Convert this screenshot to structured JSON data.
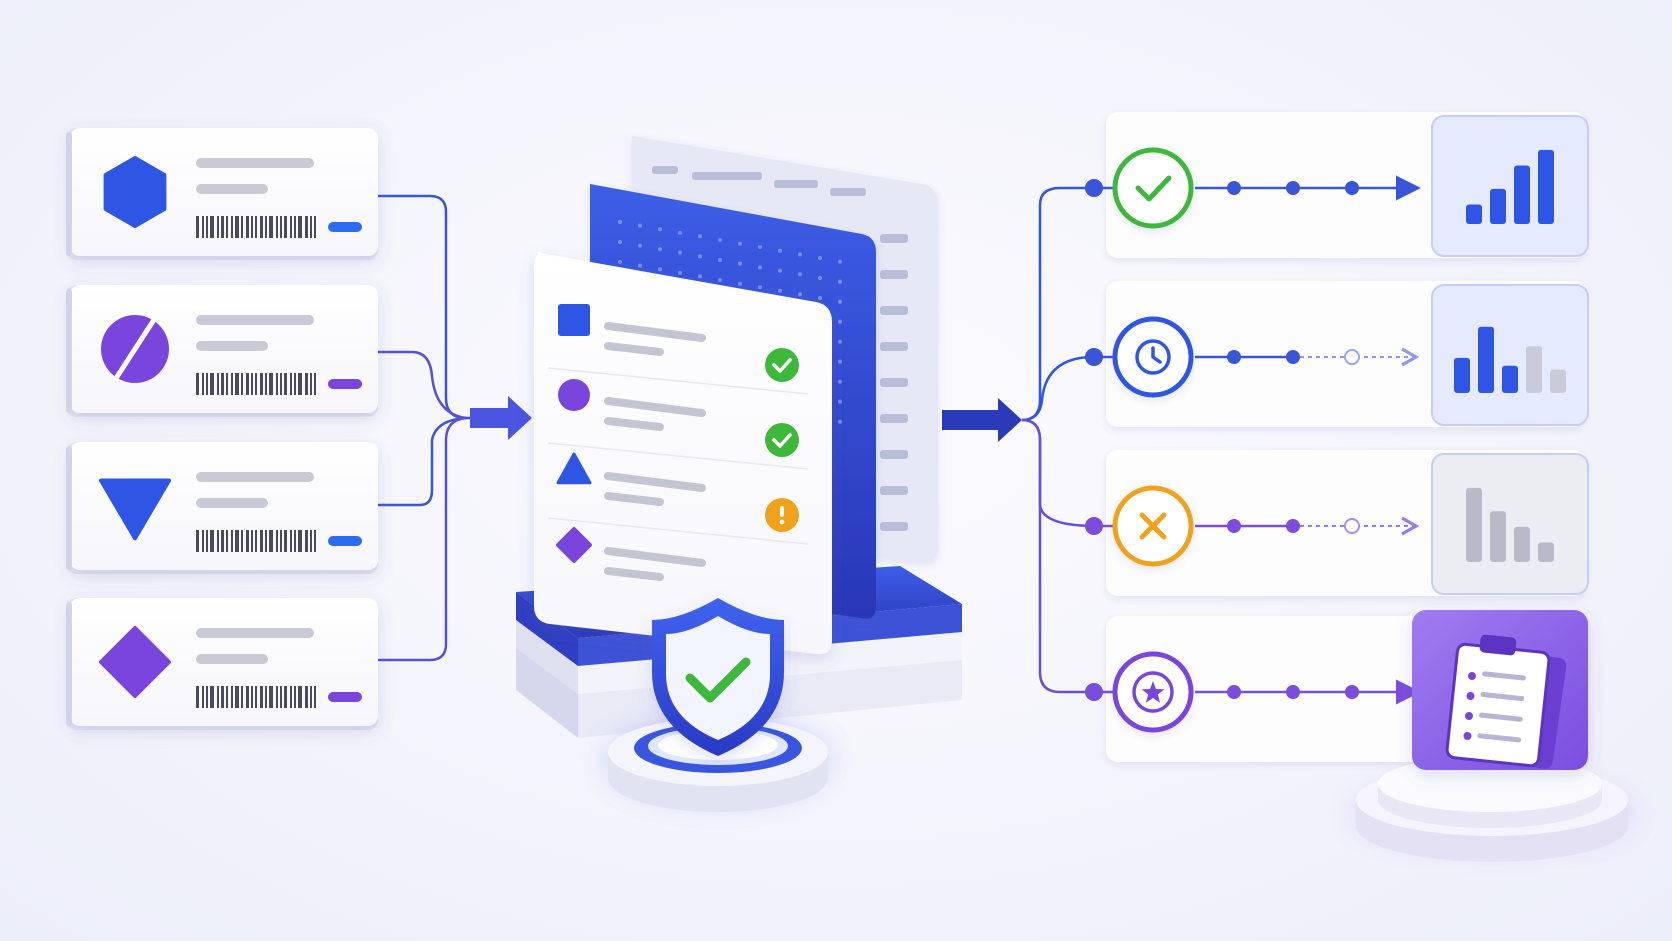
{
  "colors": {
    "blue": "#2f55e4",
    "deep_blue": "#2433b8",
    "purple": "#7a45dc",
    "violet": "#8b5cf6",
    "green": "#3db83a",
    "amber": "#f0a21c",
    "gray": "#b9b9c7",
    "line_blue": "#3a56d8",
    "line_purple": "#7c4ddc",
    "background": "#f3f3fb"
  },
  "inputs": [
    {
      "shape": "hexagon-icon",
      "color": "#2f55e4",
      "tag_color": "#2f6bf0"
    },
    {
      "shape": "slashed-circle-icon",
      "color": "#7a45dc",
      "tag_color": "#7a45dc"
    },
    {
      "shape": "triangle-down-icon",
      "color": "#2f55e4",
      "tag_color": "#2f6bf0"
    },
    {
      "shape": "diamond-icon",
      "color": "#7a45dc",
      "tag_color": "#7a45dc"
    }
  ],
  "checklist": [
    {
      "shape": "square-icon",
      "status": "check-icon",
      "status_color": "#3db83a"
    },
    {
      "shape": "circle-icon",
      "status": "check-icon",
      "status_color": "#3db83a"
    },
    {
      "shape": "triangle-icon",
      "status": "warning-icon",
      "status_color": "#f0a21c"
    },
    {
      "shape": "diamond-icon",
      "status": "none",
      "status_color": ""
    }
  ],
  "center": {
    "badge": "shield-check-icon",
    "badge_color": "#2f55e4"
  },
  "outputs": [
    {
      "status": "check-icon",
      "status_color": "#3db83a",
      "progress": 1.0,
      "chart": "bar-chart-icon",
      "bars": [
        0.25,
        0.45,
        0.75,
        0.95
      ],
      "bar_color": "#2f55e4"
    },
    {
      "status": "clock-icon",
      "status_color": "#2f55e4",
      "progress": 0.5,
      "chart": "bar-chart-icon",
      "bars": [
        0.45,
        0.85,
        0.35,
        0.6,
        0.3
      ],
      "bar_color": "#2f55e4"
    },
    {
      "status": "close-icon",
      "status_color": "#f0a21c",
      "progress": 0.5,
      "chart": "bar-chart-icon",
      "bars": [
        0.95,
        0.65,
        0.45,
        0.25
      ],
      "bar_color": "#b9b9c7"
    },
    {
      "status": "star-icon",
      "status_color": "#7a45dc",
      "progress": 1.0,
      "chart": "clipboard-icon",
      "bars": [],
      "bar_color": "#7a45dc"
    }
  ]
}
